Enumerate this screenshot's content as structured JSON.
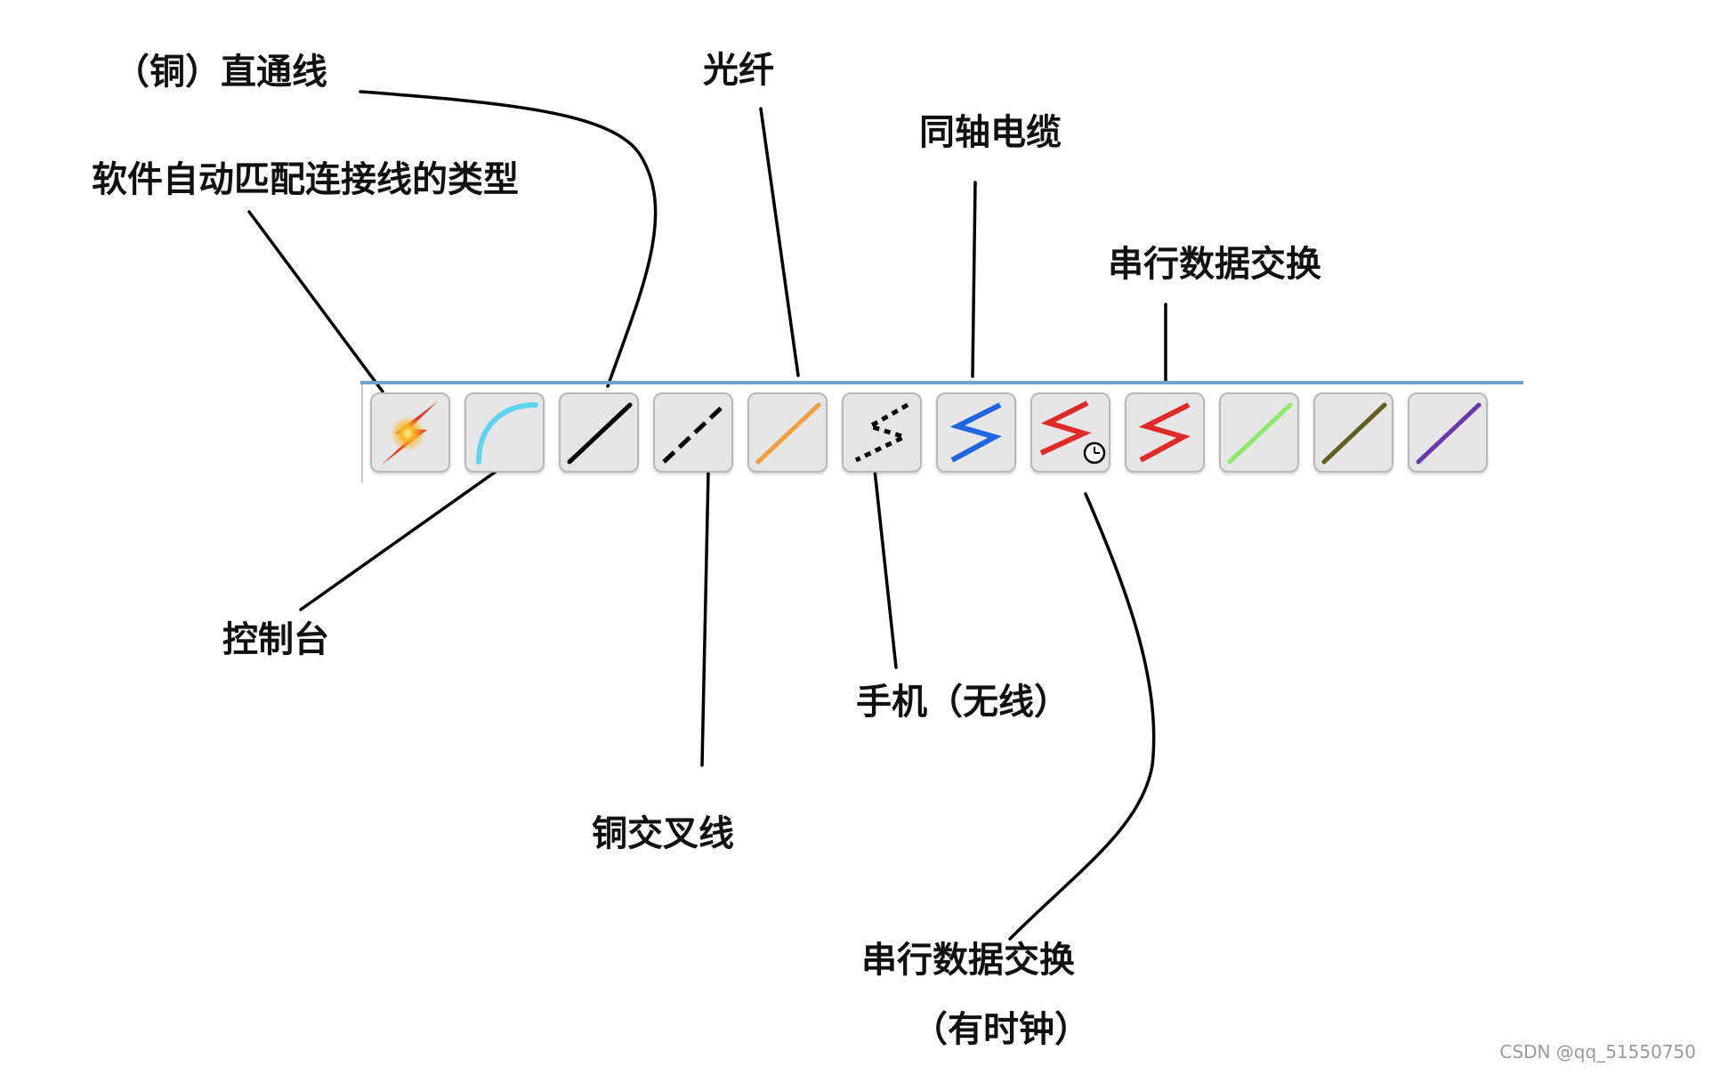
{
  "labels": {
    "straight": "（铜）直通线",
    "auto": "软件自动匹配连接线的类型",
    "fiber": "光纤",
    "coax": "同轴电缆",
    "serial_top": "串行数据交换",
    "console": "控制台",
    "phone": "手机（无线）",
    "cross": "铜交叉线",
    "serial_clock_line1": "串行数据交换",
    "serial_clock_line2": "（有时钟）"
  },
  "toolbar": {
    "buttons": [
      {
        "name": "auto-connection-button",
        "icon": "lightning-bolt-icon",
        "color": "#e03a1e"
      },
      {
        "name": "console-button",
        "icon": "console-arc-icon",
        "color": "#5fd4f0"
      },
      {
        "name": "copper-straight-button",
        "icon": "straight-line-icon",
        "color": "#000000"
      },
      {
        "name": "copper-cross-button",
        "icon": "dashed-line-icon",
        "color": "#000000"
      },
      {
        "name": "fiber-button",
        "icon": "fiber-line-icon",
        "color": "#f0a040"
      },
      {
        "name": "phone-button",
        "icon": "dotted-zigzag-icon",
        "color": "#000000"
      },
      {
        "name": "coaxial-button",
        "icon": "blue-zigzag-icon",
        "color": "#1f66e0"
      },
      {
        "name": "serial-dce-button",
        "icon": "red-zigzag-clock-icon",
        "color": "#e02a2a"
      },
      {
        "name": "serial-dte-button",
        "icon": "red-zigzag-icon",
        "color": "#e02a2a"
      },
      {
        "name": "octal-button",
        "icon": "green-line-icon",
        "color": "#8ee86a"
      },
      {
        "name": "iot-custom-button",
        "icon": "olive-line-icon",
        "color": "#5f6020"
      },
      {
        "name": "usb-button",
        "icon": "purple-line-icon",
        "color": "#6a3aa8"
      }
    ]
  },
  "watermark": "CSDN @qq_51550750"
}
